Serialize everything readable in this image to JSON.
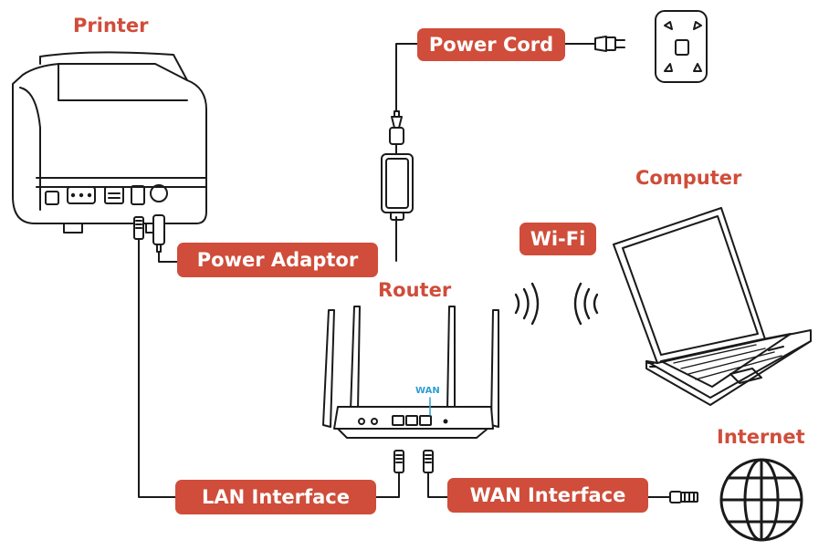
{
  "headings": {
    "printer": "Printer",
    "computer": "Computer",
    "router": "Router",
    "internet": "Internet"
  },
  "labels": {
    "power_cord": "Power Cord",
    "power_adaptor": "Power Adaptor",
    "wifi": "Wi-Fi",
    "lan_interface": "LAN Interface",
    "wan_interface": "WAN Interface",
    "wan_port": "WAN"
  },
  "colors": {
    "label_bg": "#cf4d3a",
    "heading_text": "#cf4d3a",
    "label_text": "#ffffff",
    "line_art": "#1a1a1a",
    "wan_tag": "#2f9fd0"
  },
  "icons": [
    "printer-icon",
    "wall-socket-icon",
    "power-plug-icon",
    "power-adaptor-icon",
    "router-icon",
    "laptop-icon",
    "wifi-waves-icon",
    "globe-icon",
    "rj45-connector-icon"
  ]
}
